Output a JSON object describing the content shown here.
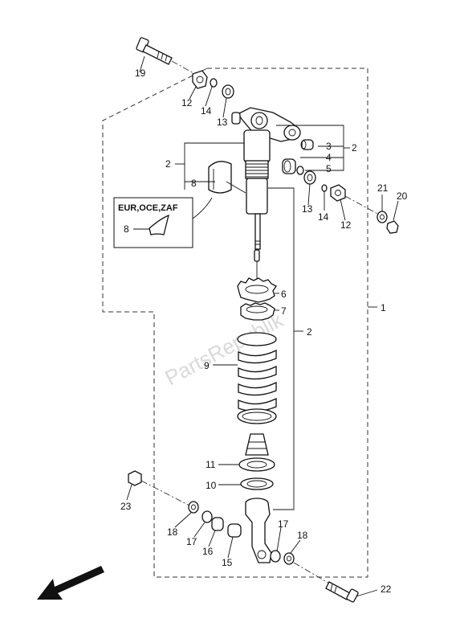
{
  "watermark": "PartsRepublik",
  "inset": {
    "title": "EUR,OCE,ZAF",
    "label": "8"
  },
  "callouts": {
    "c1": "1",
    "c2a": "2",
    "c2b": "2",
    "c2c": "2",
    "c3": "3",
    "c4": "4",
    "c5": "5",
    "c6": "6",
    "c7": "7",
    "c8a": "8",
    "c9": "9",
    "c10": "10",
    "c11": "11",
    "c12a": "12",
    "c12b": "12",
    "c13a": "13",
    "c13b": "13",
    "c14a": "14",
    "c14b": "14",
    "c15": "15",
    "c16": "16",
    "c17a": "17",
    "c17b": "17",
    "c18a": "18",
    "c18b": "18",
    "c19": "19",
    "c20": "20",
    "c21": "21",
    "c22": "22",
    "c23": "23"
  },
  "icons": {
    "direction": "front-direction-arrow-icon"
  }
}
